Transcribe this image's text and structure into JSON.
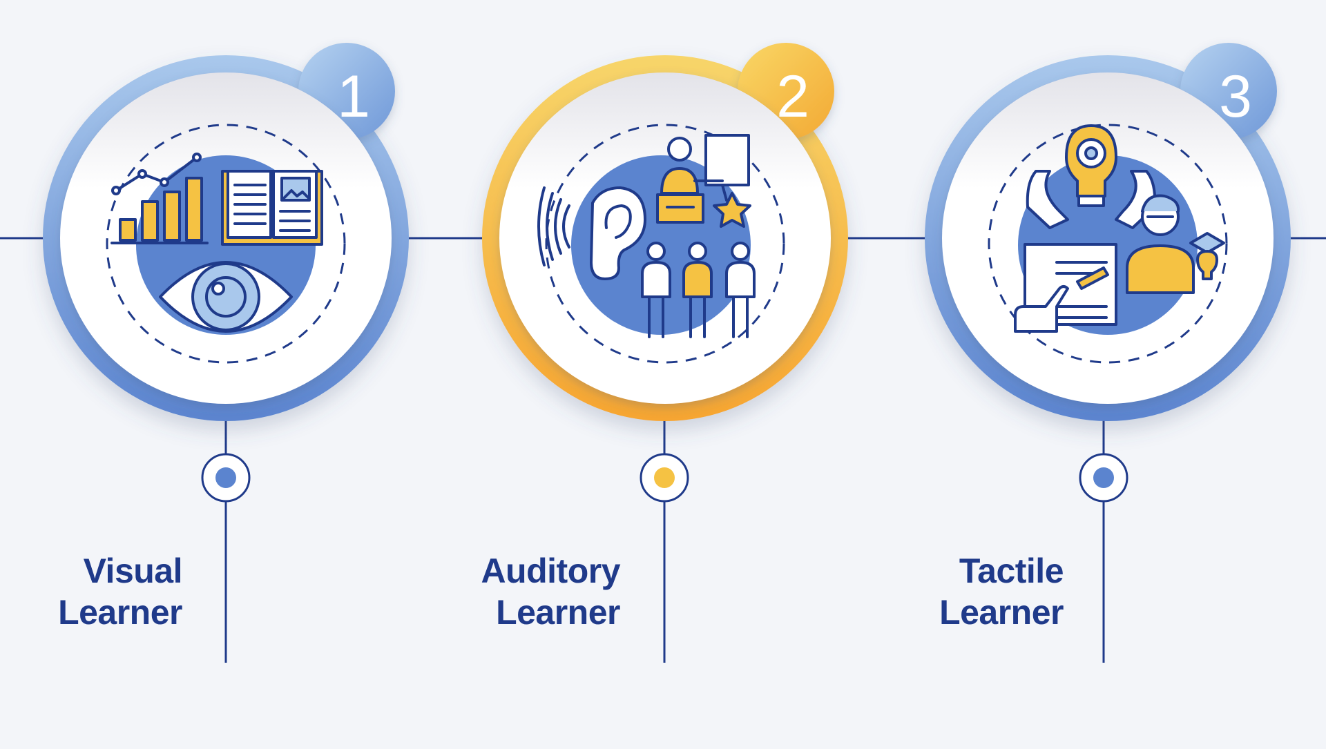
{
  "theme": {
    "background": "#f3f5f9",
    "navy": "#1f3a8a",
    "blue": "#5b84cf",
    "blue_light": "#a9c8ec",
    "yellow": "#f5c243",
    "orange": "#f6a531",
    "white": "#ffffff"
  },
  "steps": [
    {
      "number": "1",
      "title_line1": "Visual",
      "title_line2": "Learner",
      "accent": "blue",
      "icons": [
        "bar-chart-icon",
        "open-book-icon",
        "eye-icon"
      ]
    },
    {
      "number": "2",
      "title_line1": "Auditory",
      "title_line2": "Learner",
      "accent": "yellow",
      "icons": [
        "sound-waves-icon",
        "ear-icon",
        "lecturer-icon",
        "star-icon",
        "audience-icon"
      ]
    },
    {
      "number": "3",
      "title_line1": "Tactile",
      "title_line2": "Learner",
      "accent": "blue",
      "icons": [
        "lightbulb-gear-icon",
        "hands-icon",
        "student-icon",
        "graduation-bulb-icon",
        "worksheet-icon",
        "pointing-hand-icon"
      ]
    }
  ]
}
